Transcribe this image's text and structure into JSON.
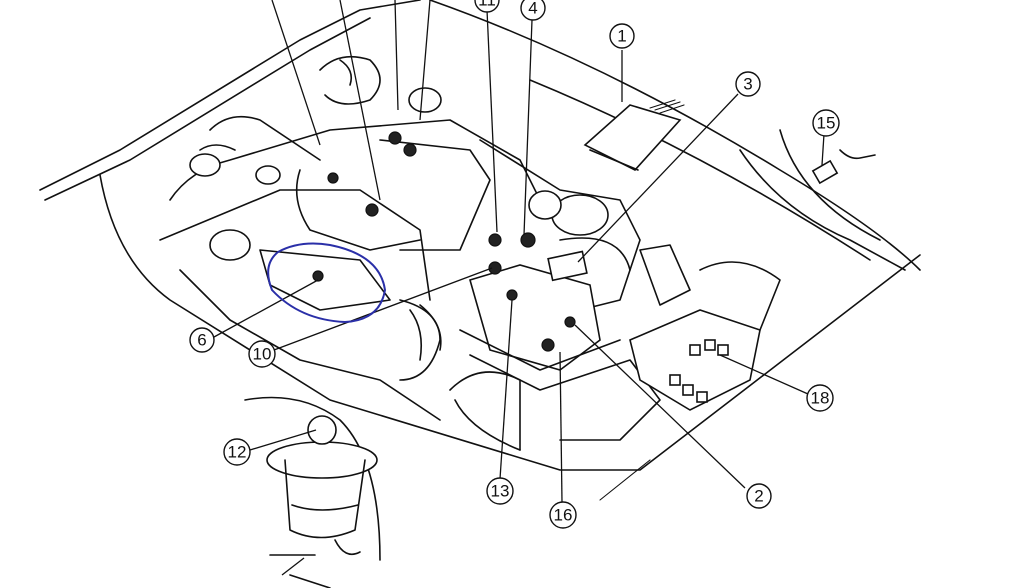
{
  "callouts": [
    {
      "id": "c1",
      "label": "1"
    },
    {
      "id": "c2",
      "label": "2"
    },
    {
      "id": "c3",
      "label": "3"
    },
    {
      "id": "c4",
      "label": "4"
    },
    {
      "id": "c6",
      "label": "6"
    },
    {
      "id": "c10",
      "label": "10"
    },
    {
      "id": "c11",
      "label": "11"
    },
    {
      "id": "c12",
      "label": "12"
    },
    {
      "id": "c13",
      "label": "13"
    },
    {
      "id": "c15",
      "label": "15"
    },
    {
      "id": "c16",
      "label": "16"
    },
    {
      "id": "c18",
      "label": "18"
    }
  ],
  "colors": {
    "line": "#111111",
    "background": "#ffffff",
    "marker": "#2a2fa8"
  },
  "highlight": {
    "type": "hand-drawn-circle",
    "target_callout": "6"
  }
}
